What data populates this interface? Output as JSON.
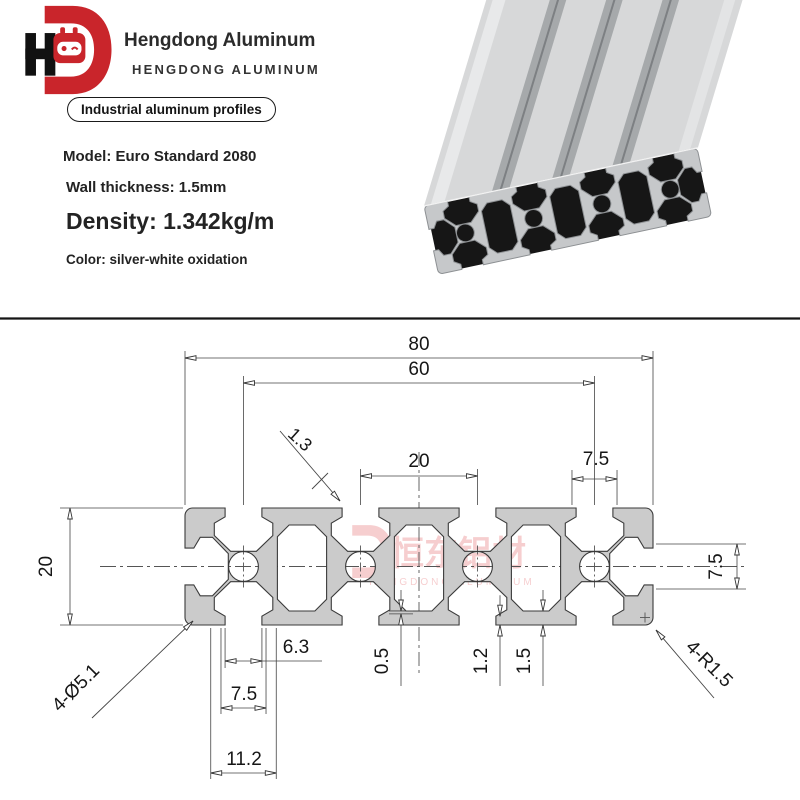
{
  "brand": {
    "name": "Hengdong Aluminum",
    "subtitle": "HENGDONG  ALUMINUM",
    "tagline": "Industrial aluminum profiles"
  },
  "specs": {
    "model": "Model: Euro Standard 2080",
    "wall": "Wall thickness: 1.5mm",
    "density": "Density: 1.342kg/m",
    "color": "Color: silver-white oxidation"
  },
  "watermark": {
    "cjk": "恒东铝材",
    "latin": "HENGDONG ALUMINUM"
  },
  "drawing": {
    "dims": {
      "overall_width": "80",
      "slot_span": "60",
      "pitch": "20",
      "top_slot_width": "7.5",
      "wall_thickness": "1.3",
      "height": "20",
      "side_slot_width": "7.5",
      "bottom_opening": "6.3",
      "bottom_slot_width": "7.5",
      "bottom_slot_outer": "11.2",
      "step": "0.5",
      "lip": "1.2",
      "base_wall": "1.5",
      "bore_callout": "4-Ø5.1",
      "corner_callout": "4-R1.5"
    },
    "profile_mm": {
      "width": 80,
      "height": 20,
      "pitch": 20,
      "cells": [
        10,
        30,
        50,
        70
      ],
      "webs": [
        20,
        40,
        60
      ],
      "opening_half": 3.15,
      "cavity_half": 5.0,
      "bore_radius": 2.55
    }
  },
  "colors": {
    "brand_red": "#c9252b",
    "watermark_red": "#e05156",
    "profile_fill": "#cbcbcb",
    "drawing_line": "#3a3a3a",
    "dim_line": "#444444",
    "render_face": "#c6c8ca",
    "render_hole": "#161616",
    "render_top": "#d7d8d9"
  }
}
